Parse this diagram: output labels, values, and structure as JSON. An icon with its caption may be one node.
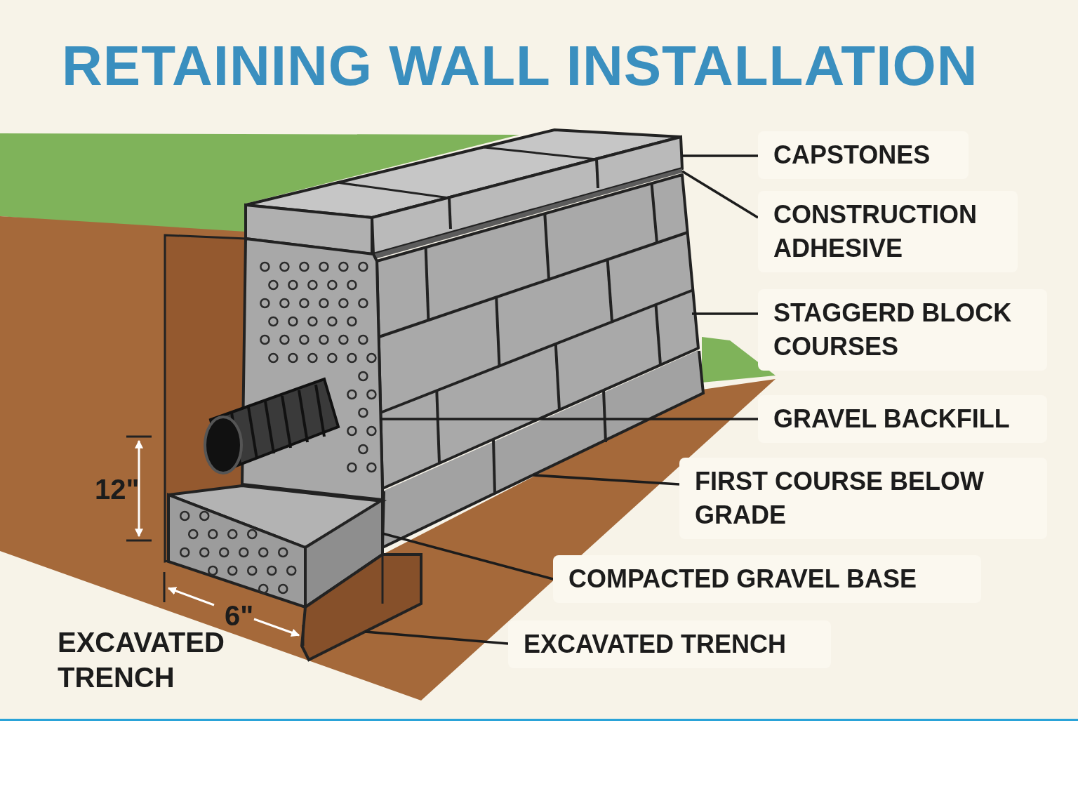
{
  "diagram": {
    "title": "RETAINING WALL INSTALLATION",
    "nodes": [
      {
        "text": [
          "CAPSTONES"
        ]
      },
      {
        "text": [
          "CONSTRUCTION ADHESIVE"
        ]
      },
      {
        "text": [
          "STAGGERD BLOCK COURSES"
        ]
      },
      {
        "text": [
          "GRAVEL BACKFILL"
        ]
      },
      {
        "text": [
          "FIRST COURSE BELOW GRADE"
        ]
      },
      {
        "text": [
          "COMPACTED GRAVEL BASE"
        ]
      },
      {
        "text": [
          "EXCAVATED TRENCH"
        ]
      },
      {
        "text": [],
        "shape": "picture"
      },
      {
        "text": [],
        "shape": "picture"
      },
      {
        "text": [],
        "shape": "picture"
      },
      {
        "text": [],
        "shape": "picture"
      },
      {
        "text": [],
        "shape": "picture"
      },
      {
        "text": [],
        "shape": "picture"
      },
      {
        "text": [],
        "shape": "picture"
      }
    ],
    "edges": [
      {
        "from": 0,
        "to": 7,
        "arrow": "none"
      },
      {
        "from": 1,
        "to": 8,
        "arrow": "none"
      },
      {
        "from": 2,
        "to": 9,
        "arrow": "none"
      },
      {
        "from": 3,
        "to": 10,
        "arrow": "none"
      },
      {
        "from": 4,
        "to": 11,
        "arrow": "none"
      },
      {
        "from": 5,
        "to": 12,
        "arrow": "none"
      },
      {
        "from": 6,
        "to": 13,
        "arrow": "none"
      }
    ],
    "labels": [
      "12\"",
      "6\"",
      "EXCAVATED TRENCH"
    ]
  }
}
